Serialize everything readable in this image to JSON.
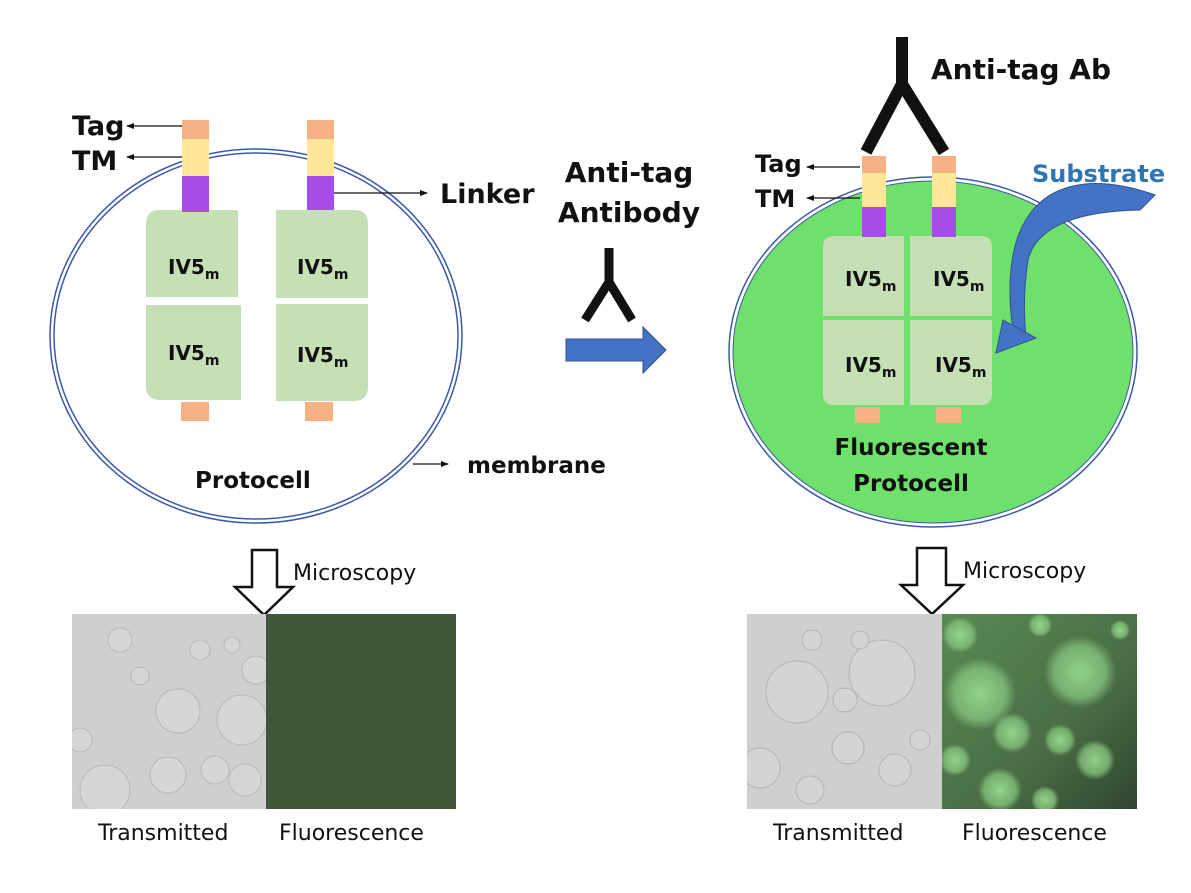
{
  "colors": {
    "tag": "#f4b183",
    "tm": "#ffe699",
    "linker": "#a64de8",
    "iv5m_block": "#c5e0b4",
    "fluorescent_cell": "#6ee06b",
    "membrane": "#2f4f9f",
    "arrow_blue": "#4472c4",
    "substrate_text": "#2e75b6",
    "dark_fluor": "#41573a"
  },
  "left_panel": {
    "tag_label": "Tag",
    "tm_label": "TM",
    "linker_label": "Linker",
    "membrane_label": "membrane",
    "cell_label": "Protocell",
    "domains": [
      {
        "main": "IV5",
        "sub": "m"
      },
      {
        "main": "IV5",
        "sub": "m"
      },
      {
        "main": "IV5",
        "sub": "m"
      },
      {
        "main": "IV5",
        "sub": "m"
      }
    ],
    "microscopy_label": "Microscopy",
    "image_labels": [
      "Transmitted",
      "Fluorescence"
    ]
  },
  "middle": {
    "title_line1": "Anti-tag",
    "title_line2": "Antibody",
    "antibody_icon": "antibody-y-icon",
    "arrow_icon": "right-arrow-icon"
  },
  "right_panel": {
    "antibody_label": "Anti-tag Ab",
    "tag_label": "Tag",
    "tm_label": "TM",
    "substrate_label": "Substrate",
    "cell_label_line1": "Fluorescent",
    "cell_label_line2": "Protocell",
    "domains": [
      {
        "main": "IV5",
        "sub": "m"
      },
      {
        "main": "IV5",
        "sub": "m"
      },
      {
        "main": "IV5",
        "sub": "m"
      },
      {
        "main": "IV5",
        "sub": "m"
      }
    ],
    "microscopy_label": "Microscopy",
    "image_labels": [
      "Transmitted",
      "Fluorescence"
    ]
  }
}
